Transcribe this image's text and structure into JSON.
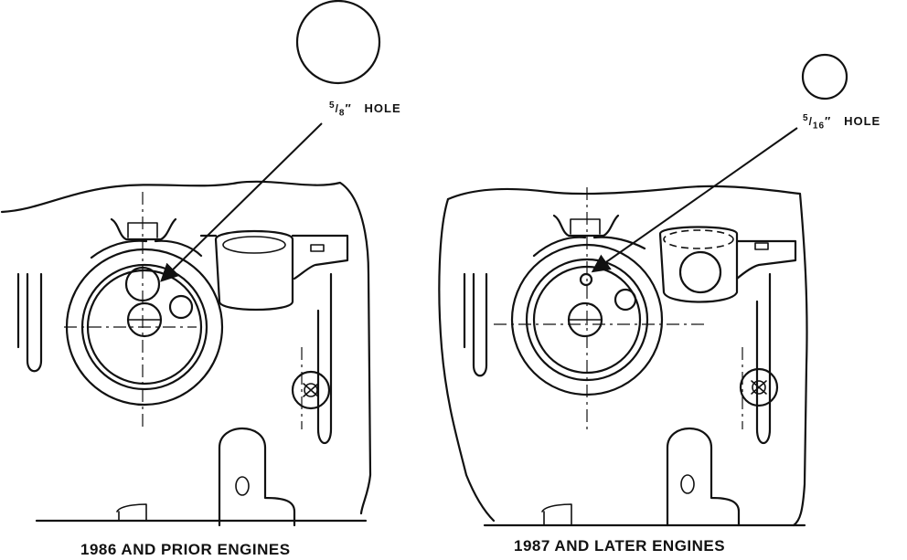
{
  "left_panel": {
    "hole_label_num": "5",
    "hole_label_den": "8",
    "hole_label_mark": "″",
    "hole_label_word": "HOLE",
    "caption": "1986 AND PRIOR ENGINES"
  },
  "right_panel": {
    "hole_label_num": "5",
    "hole_label_den": "16",
    "hole_label_mark": "″",
    "hole_label_word": "HOLE",
    "caption": "1987 AND LATER ENGINES"
  }
}
